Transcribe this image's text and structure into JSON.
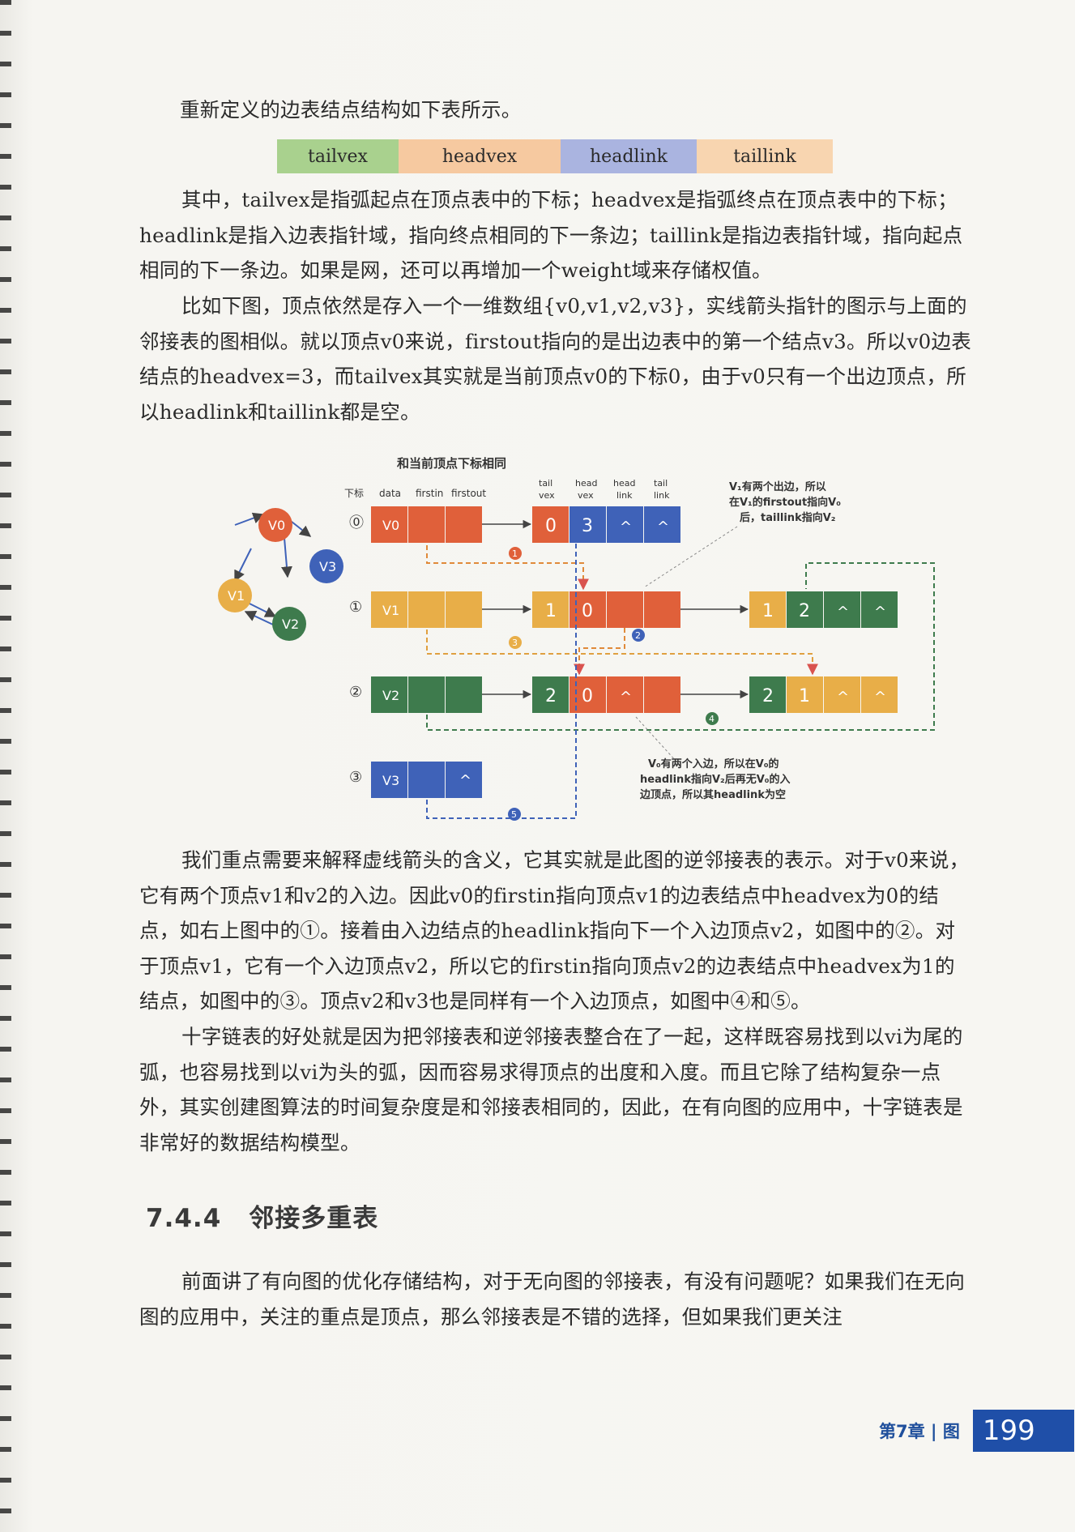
{
  "intro": "重新定义的边表结点结构如下表所示。",
  "fields": [
    {
      "label": "tailvex",
      "color": "#a9d18e"
    },
    {
      "label": "headvex",
      "color": "#f6c9a0"
    },
    {
      "label": "headlink",
      "color": "#aab4e0"
    },
    {
      "label": "taillink",
      "color": "#f8d5b0"
    }
  ],
  "para1": "其中，tailvex是指弧起点在顶点表中的下标；headvex是指弧终点在顶点表中的下标；headlink是指入边表指针域，指向终点相同的下一条边；taillink是指边表指针域，指向起点相同的下一条边。如果是网，还可以再增加一个weight域来存储权值。",
  "para2": "比如下图，顶点依然是存入一个一维数组{v0,v1,v2,v3}，实线箭头指针的图示与上面的邻接表的图相似。就以顶点v0来说，firstout指向的是出边表中的第一个结点v3。所以v0边表结点的headvex=3，而tailvex其实就是当前顶点v0的下标0，由于v0只有一个出边顶点，所以headlink和taillink都是空。",
  "diagram": {
    "top_label": "和当前顶点下标相同",
    "col_index": "下标",
    "col_data": "data",
    "col_firstin": "firstin",
    "col_firstout": "firstout",
    "col_tailvex": "tail vex",
    "col_headvex": "head vex",
    "col_headlink": "head link",
    "col_taillink": "tail link",
    "note1": "V1有两个出边，所以在V1的firstout指向V0后，taillink指向V2",
    "note2": "V0有两个入边，所以在V0的headlink指向V2后再无V0的入边顶点，所以其headlink为空",
    "vertices": [
      "V0",
      "V1",
      "V2",
      "V3"
    ],
    "row_indices": [
      "⓪",
      "①",
      "②",
      "③"
    ],
    "null_symbol": "^",
    "edge_nodes": [
      {
        "tail": "0",
        "head": "3"
      },
      {
        "tail": "1",
        "head": "0"
      },
      {
        "tail": "1",
        "head": "2"
      },
      {
        "tail": "2",
        "head": "0"
      },
      {
        "tail": "2",
        "head": "1"
      }
    ],
    "markers": [
      "1",
      "2",
      "3",
      "4",
      "5"
    ],
    "colors": {
      "v0": "#e0603a",
      "v1": "#e8ae48",
      "v2": "#3e7b4d",
      "v3": "#3f62b8"
    }
  },
  "para3": "我们重点需要来解释虚线箭头的含义，它其实就是此图的逆邻接表的表示。对于v0来说，它有两个顶点v1和v2的入边。因此v0的firstin指向顶点v1的边表结点中headvex为0的结点，如右上图中的①。接着由入边结点的headlink指向下一个入边顶点v2，如图中的②。对于顶点v1，它有一个入边顶点v2，所以它的firstin指向顶点v2的边表结点中headvex为1的结点，如图中的③。顶点v2和v3也是同样有一个入边顶点，如图中④和⑤。",
  "para4": "十字链表的好处就是因为把邻接表和逆邻接表整合在了一起，这样既容易找到以vi为尾的弧，也容易找到以vi为头的弧，因而容易求得顶点的出度和入度。而且它除了结构复杂一点外，其实创建图算法的时间复杂度是和邻接表相同的，因此，在有向图的应用中，十字链表是非常好的数据结构模型。",
  "section_num": "7.4.4",
  "section_title": "邻接多重表",
  "para5": "前面讲了有向图的优化存储结构，对于无向图的邻接表，有没有问题呢？如果我们在无向图的应用中，关注的重点是顶点，那么邻接表是不错的选择，但如果我们更关注",
  "footer_chapter": "第7章 | 图",
  "page_number": "199"
}
